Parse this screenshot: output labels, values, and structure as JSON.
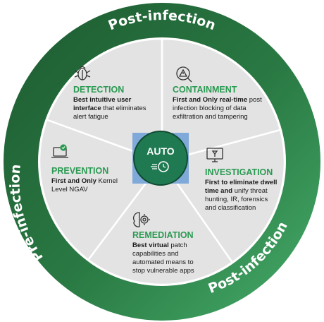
{
  "ring": {
    "top_label": "Post-infection",
    "left_label": "Pre-infection",
    "bottom_right_label": "Post-infection"
  },
  "center": {
    "label": "AUTO",
    "icon": "speed-clock-icon"
  },
  "segments": [
    {
      "id": "detection",
      "icon": "bug-icon",
      "title": "DETECTION",
      "lines": [
        [
          {
            "t": "Best intuitive user",
            "b": true
          }
        ],
        [
          {
            "t": "interface",
            "b": true
          },
          {
            "t": " that eliminates",
            "b": false
          }
        ],
        [
          {
            "t": "alert fatigue",
            "b": false
          }
        ]
      ]
    },
    {
      "id": "containment",
      "icon": "warning-search-icon",
      "title": "CONTAINMENT",
      "lines": [
        [
          {
            "t": "First and Only real-time",
            "b": true
          },
          {
            "t": " post",
            "b": false
          }
        ],
        [
          {
            "t": "infection blocking of data",
            "b": false
          }
        ],
        [
          {
            "t": "exfiltration and tampering",
            "b": false
          }
        ]
      ]
    },
    {
      "id": "investigation",
      "icon": "monitor-investigation-icon",
      "title": "INVESTIGATION",
      "lines": [
        [
          {
            "t": "First to eliminate dwell",
            "b": true
          }
        ],
        [
          {
            "t": "time and",
            "b": true
          },
          {
            "t": " unify threat",
            "b": false
          }
        ],
        [
          {
            "t": "hunting, IR, forensics",
            "b": false
          }
        ],
        [
          {
            "t": "and classification",
            "b": false
          }
        ]
      ]
    },
    {
      "id": "remediation",
      "icon": "brain-gear-icon",
      "title": "REMEDIATION",
      "lines": [
        [
          {
            "t": "Best virtual",
            "b": true
          },
          {
            "t": " patch",
            "b": false
          }
        ],
        [
          {
            "t": "capabilities and",
            "b": false
          }
        ],
        [
          {
            "t": "automated means to",
            "b": false
          }
        ],
        [
          {
            "t": "stop vulnerable apps",
            "b": false
          }
        ]
      ]
    },
    {
      "id": "prevention",
      "icon": "laptop-check-icon",
      "title": "PREVENTION",
      "lines": [
        [
          {
            "t": "First and Only",
            "b": true
          },
          {
            "t": " Kernel",
            "b": false
          }
        ],
        [
          {
            "t": "Level NGAV",
            "b": false
          }
        ]
      ]
    }
  ],
  "colors": {
    "ring_dark": "#1f5e33",
    "ring_light": "#3fa564",
    "segment_fill": "#e3e3e3",
    "divider": "#ffffff",
    "title_green": "#2a9a52",
    "center_box": "#7fa9d9",
    "center_circle": "#1f7a52"
  }
}
